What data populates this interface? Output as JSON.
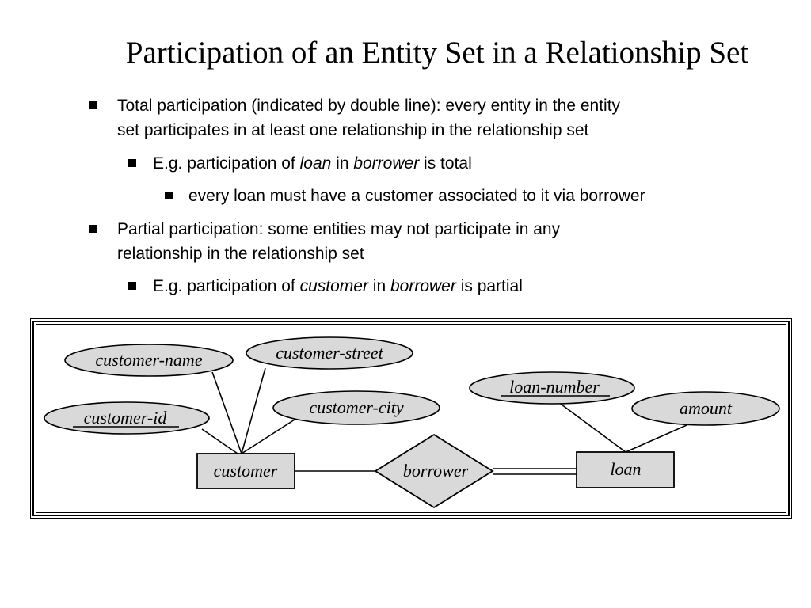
{
  "slide": {
    "title": "Participation of an Entity Set in a Relationship Set"
  },
  "bullets": {
    "total": {
      "line1": "Total participation (indicated by double line):  every entity in the entity",
      "line2": "set participates in at least one relationship in the relationship set"
    },
    "total_example": {
      "prefix": "E.g. participation of ",
      "entity": "loan",
      "middle": " in ",
      "relationship": "borrower",
      "suffix": " is total"
    },
    "total_detail": "every loan must have a customer associated to it via borrower",
    "partial": {
      "line1": "Partial participation:  some entities may not participate in any",
      "line2": "relationship in the relationship set"
    },
    "partial_example": {
      "prefix": "E.g. participation of ",
      "entity": "customer",
      "middle": " in ",
      "relationship": "borrower",
      "suffix": " is partial"
    }
  },
  "diagram": {
    "entities": {
      "customer": "customer",
      "loan": "loan"
    },
    "relationship": "borrower",
    "attributes": {
      "customer_name": "customer-name",
      "customer_street": "customer-street",
      "customer_id": "customer-id",
      "customer_city": "customer-city",
      "loan_number": "loan-number",
      "amount": "amount"
    },
    "fill_color": "#d9d9d9"
  }
}
